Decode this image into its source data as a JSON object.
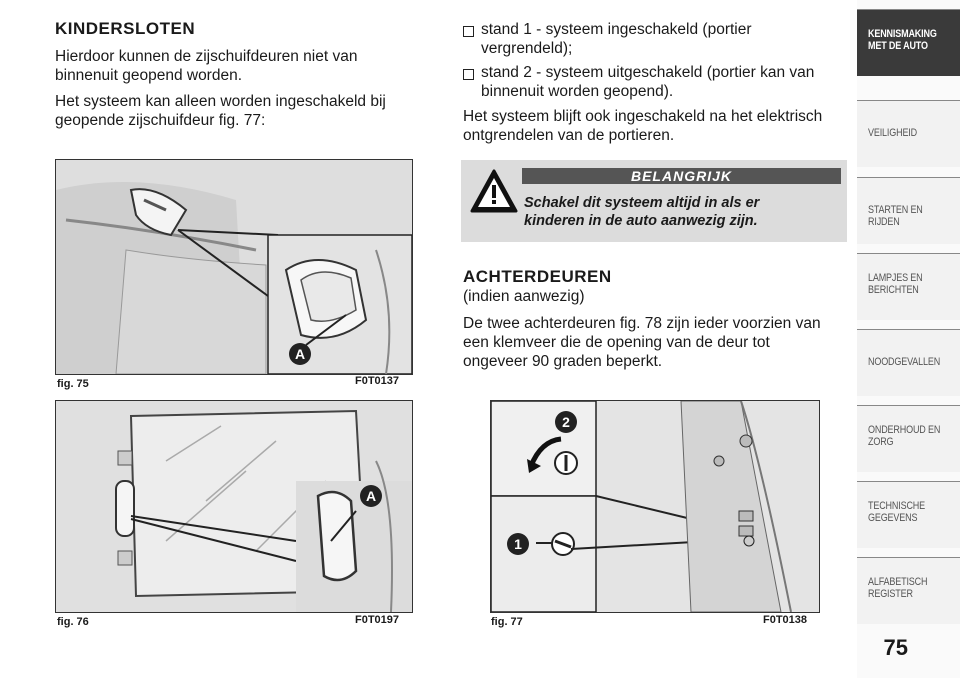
{
  "left": {
    "heading": "KINDERSLOTEN",
    "para1_l1": "Hierdoor kunnen de zijschuifdeuren niet van",
    "para1_l2": "binnenuit geopend worden.",
    "para2_l1": "Het systeem kan alleen worden ingeschakeld bij",
    "para2_l2": "geopende zijschuifdeur fig. 77:"
  },
  "right": {
    "bullet1_l1": "stand 1 - systeem ingeschakeld (portier",
    "bullet1_l2": "vergrendeld);",
    "bullet2_l1": "stand 2 - systeem uitgeschakeld (portier kan van",
    "bullet2_l2": "binnenuit worden geopend).",
    "para_l1": "Het systeem blijft ook ingeschakeld na het elektrisch",
    "para_l2": "ontgrendelen van de portieren.",
    "warning_title": "BELANGRIJK",
    "warning_l1": "Schakel dit systeem altijd in als er",
    "warning_l2": "kinderen in de auto aanwezig zijn.",
    "heading": "ACHTERDEUREN",
    "subheading": "(indien aanwezig)",
    "para2_l1": "De twee achterdeuren fig. 78 zijn ieder voorzien van",
    "para2_l2": "een klemveer die de opening van de deur tot",
    "para2_l3": "ongeveer 90 graden beperkt."
  },
  "figures": {
    "fig75": {
      "caption": "fig. 75",
      "code": "F0T0137",
      "label": "A"
    },
    "fig76": {
      "caption": "fig. 76",
      "code": "F0T0197",
      "label": "A"
    },
    "fig77": {
      "caption": "fig. 77",
      "code": "F0T0138",
      "label1": "1",
      "label2": "2"
    }
  },
  "sidebar": {
    "tabs": [
      {
        "l1": "KENNISMAKING",
        "l2": "MET DE AUTO"
      },
      {
        "l1": "VEILIGHEID",
        "l2": ""
      },
      {
        "l1": "STARTEN EN RIJDEN",
        "l2": ""
      },
      {
        "l1": "LAMPJES EN",
        "l2": "BERICHTEN"
      },
      {
        "l1": "NOODGEVALLEN",
        "l2": ""
      },
      {
        "l1": "ONDERHOUD EN",
        "l2": "ZORG"
      },
      {
        "l1": "TECHNISCHE",
        "l2": "GEGEVENS"
      },
      {
        "l1": "ALFABETISCH",
        "l2": "REGISTER"
      }
    ]
  },
  "page_number": "75",
  "colors": {
    "warning_bg": "#dcdcdc",
    "active_tab": "#3a3a3a",
    "title_bar": "#555555"
  }
}
